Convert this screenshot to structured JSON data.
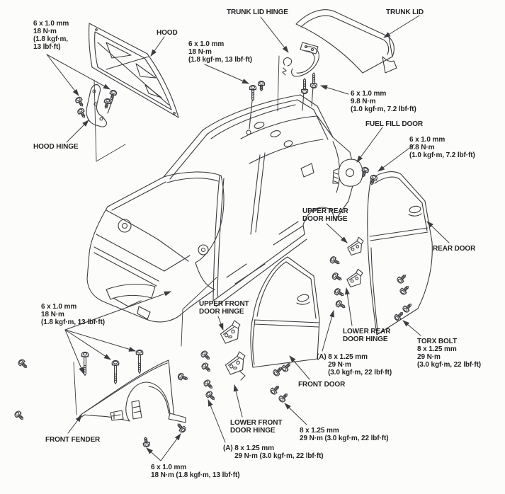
{
  "colors": {
    "bg": "#fcfcfa",
    "ink": "#232325",
    "art": "#3c3c40"
  },
  "diagram": {
    "labels": {
      "spec_hood_hinge_bolts": "6 x 1.0 mm\n18 N·m\n(1.8 kgf·m,\n13 lbf·ft)",
      "hood": "HOOD",
      "trunk_lid_hinge": "TRUNK LID HINGE",
      "trunk_lid": "TRUNK LID",
      "spec_trunk_hinge_upper_bolts": "6 x 1.0 mm\n18 N·m\n(1.8 kgf·m, 13 lbf·ft)",
      "hood_hinge": "HOOD HINGE",
      "spec_trunk_hinge_lower_bolts": "6 x 1.0 mm\n9.8 N·m\n(1.0 kgf·m, 7.2 lbf·ft)",
      "fuel_fill_door": "FUEL FILL DOOR",
      "spec_fuel_fill_door_bolts": "6 x 1.0 mm\n9.8 N·m\n(1.0 kgf·m, 7.2 lbf·ft)",
      "upper_rear_door_hinge": "UPPER REAR\nDOOR HINGE",
      "rear_door": "REAR DOOR",
      "spec_front_fender_bolts": "6 x 1.0 mm\n18 N·m\n(1.8 kgf·m, 13 lbf·ft)",
      "upper_front_door_hinge": "UPPER FRONT\nDOOR HINGE",
      "lower_rear_door_hinge": "LOWER REAR\nDOOR HINGE",
      "torx_bolt": "TORX BOLT\n8 x 1.25 mm\n29 N·m\n(3.0 kgf·m, 22 lbf·ft)",
      "spec_rear_hinge_a": "(A) 8 x 1.25 mm\n      29 N·m\n      (3.0 kgf·m, 22 lbf·ft)",
      "front_door": "FRONT DOOR",
      "lower_front_door_hinge": "LOWER FRONT\nDOOR HINGE",
      "spec_front_hinge_door_bolts": "8 x 1.25 mm\n29 N·m (3.0 kgf·m, 22 lbf·ft)",
      "spec_front_hinge_a": "(A) 8 x 1.25 mm\n      29 N·m (3.0 kgf·m, 22 lbf·ft)",
      "front_fender": "FRONT FENDER",
      "spec_front_fender_lower_bolts": "6 x 1.0 mm\n18 N·m (1.8 kgf·m, 13 lbf·ft)"
    }
  }
}
